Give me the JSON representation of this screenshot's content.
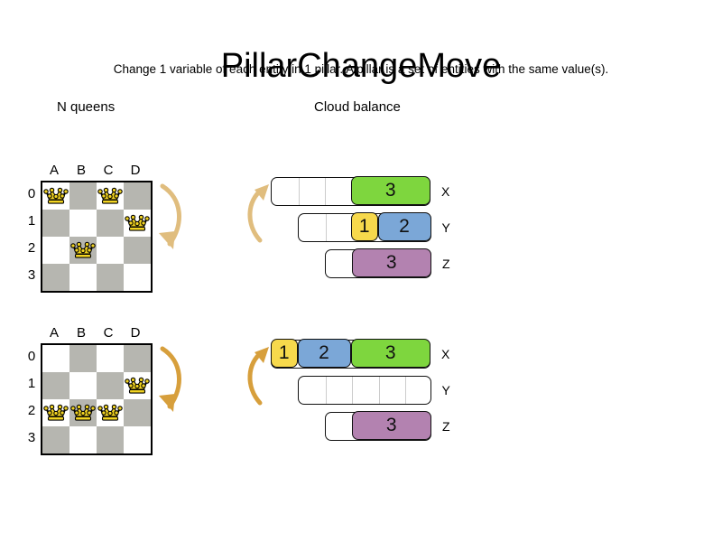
{
  "header": {
    "title": "PillarChangeMove",
    "subtitle": "Change 1 variable of each entity in 1 pillar. A pillar is a set of entities with the same value(s)."
  },
  "sections": {
    "nqueens_label": "N queens",
    "cloud_label": "Cloud balance"
  },
  "colors": {
    "green": "#7ed63e",
    "blue": "#7ba7d7",
    "yellow": "#f7d94c",
    "purple": "#b382b0",
    "dark_cell": "#b6b6b0",
    "light_cell": "#ffffff",
    "queen": "#f2d422",
    "arrow_light": "#e0bd7e",
    "arrow_dark": "#d79f3c"
  },
  "nqueens": {
    "column_labels": [
      "A",
      "B",
      "C",
      "D"
    ],
    "row_labels": [
      "0",
      "1",
      "2",
      "3"
    ],
    "before": {
      "queens": [
        {
          "col": 0,
          "row": 0
        },
        {
          "col": 2,
          "row": 0
        },
        {
          "col": 3,
          "row": 1
        },
        {
          "col": 1,
          "row": 2
        }
      ]
    },
    "after": {
      "queens": [
        {
          "col": 3,
          "row": 1
        },
        {
          "col": 0,
          "row": 2
        },
        {
          "col": 1,
          "row": 2
        },
        {
          "col": 2,
          "row": 2
        }
      ]
    }
  },
  "cloud_balance": {
    "unit_width": 29.5,
    "before": {
      "bars": [
        {
          "name": "X",
          "offset": 4,
          "capacity": 6,
          "empty_units": 3,
          "segments": [
            {
              "label": "3",
              "units": 3,
              "color": "green"
            }
          ]
        },
        {
          "name": "Y",
          "offset": 34,
          "capacity": 5,
          "empty_units": 2,
          "segments": [
            {
              "label": "1",
              "units": 1,
              "color": "yellow"
            },
            {
              "label": "2",
              "units": 2,
              "color": "blue"
            }
          ]
        },
        {
          "name": "Z",
          "offset": 64,
          "capacity": 4,
          "empty_units": 1,
          "segments": [
            {
              "label": "3",
              "units": 3,
              "color": "purple"
            }
          ]
        }
      ]
    },
    "after": {
      "bars": [
        {
          "name": "X",
          "offset": 4,
          "capacity": 6,
          "empty_units": 0,
          "segments": [
            {
              "label": "1",
              "units": 1,
              "color": "yellow"
            },
            {
              "label": "2",
              "units": 2,
              "color": "blue"
            },
            {
              "label": "3",
              "units": 3,
              "color": "green"
            }
          ]
        },
        {
          "name": "Y",
          "offset": 34,
          "capacity": 5,
          "empty_units": 5,
          "segments": []
        },
        {
          "name": "Z",
          "offset": 64,
          "capacity": 4,
          "empty_units": 1,
          "segments": [
            {
              "label": "3",
              "units": 3,
              "color": "purple"
            }
          ]
        }
      ]
    }
  },
  "arrows": {
    "board_before": "curved-down-arrow",
    "board_after": "curved-down-arrow",
    "cloud_before": "curved-up-arrow",
    "cloud_after": "curved-up-arrow"
  }
}
